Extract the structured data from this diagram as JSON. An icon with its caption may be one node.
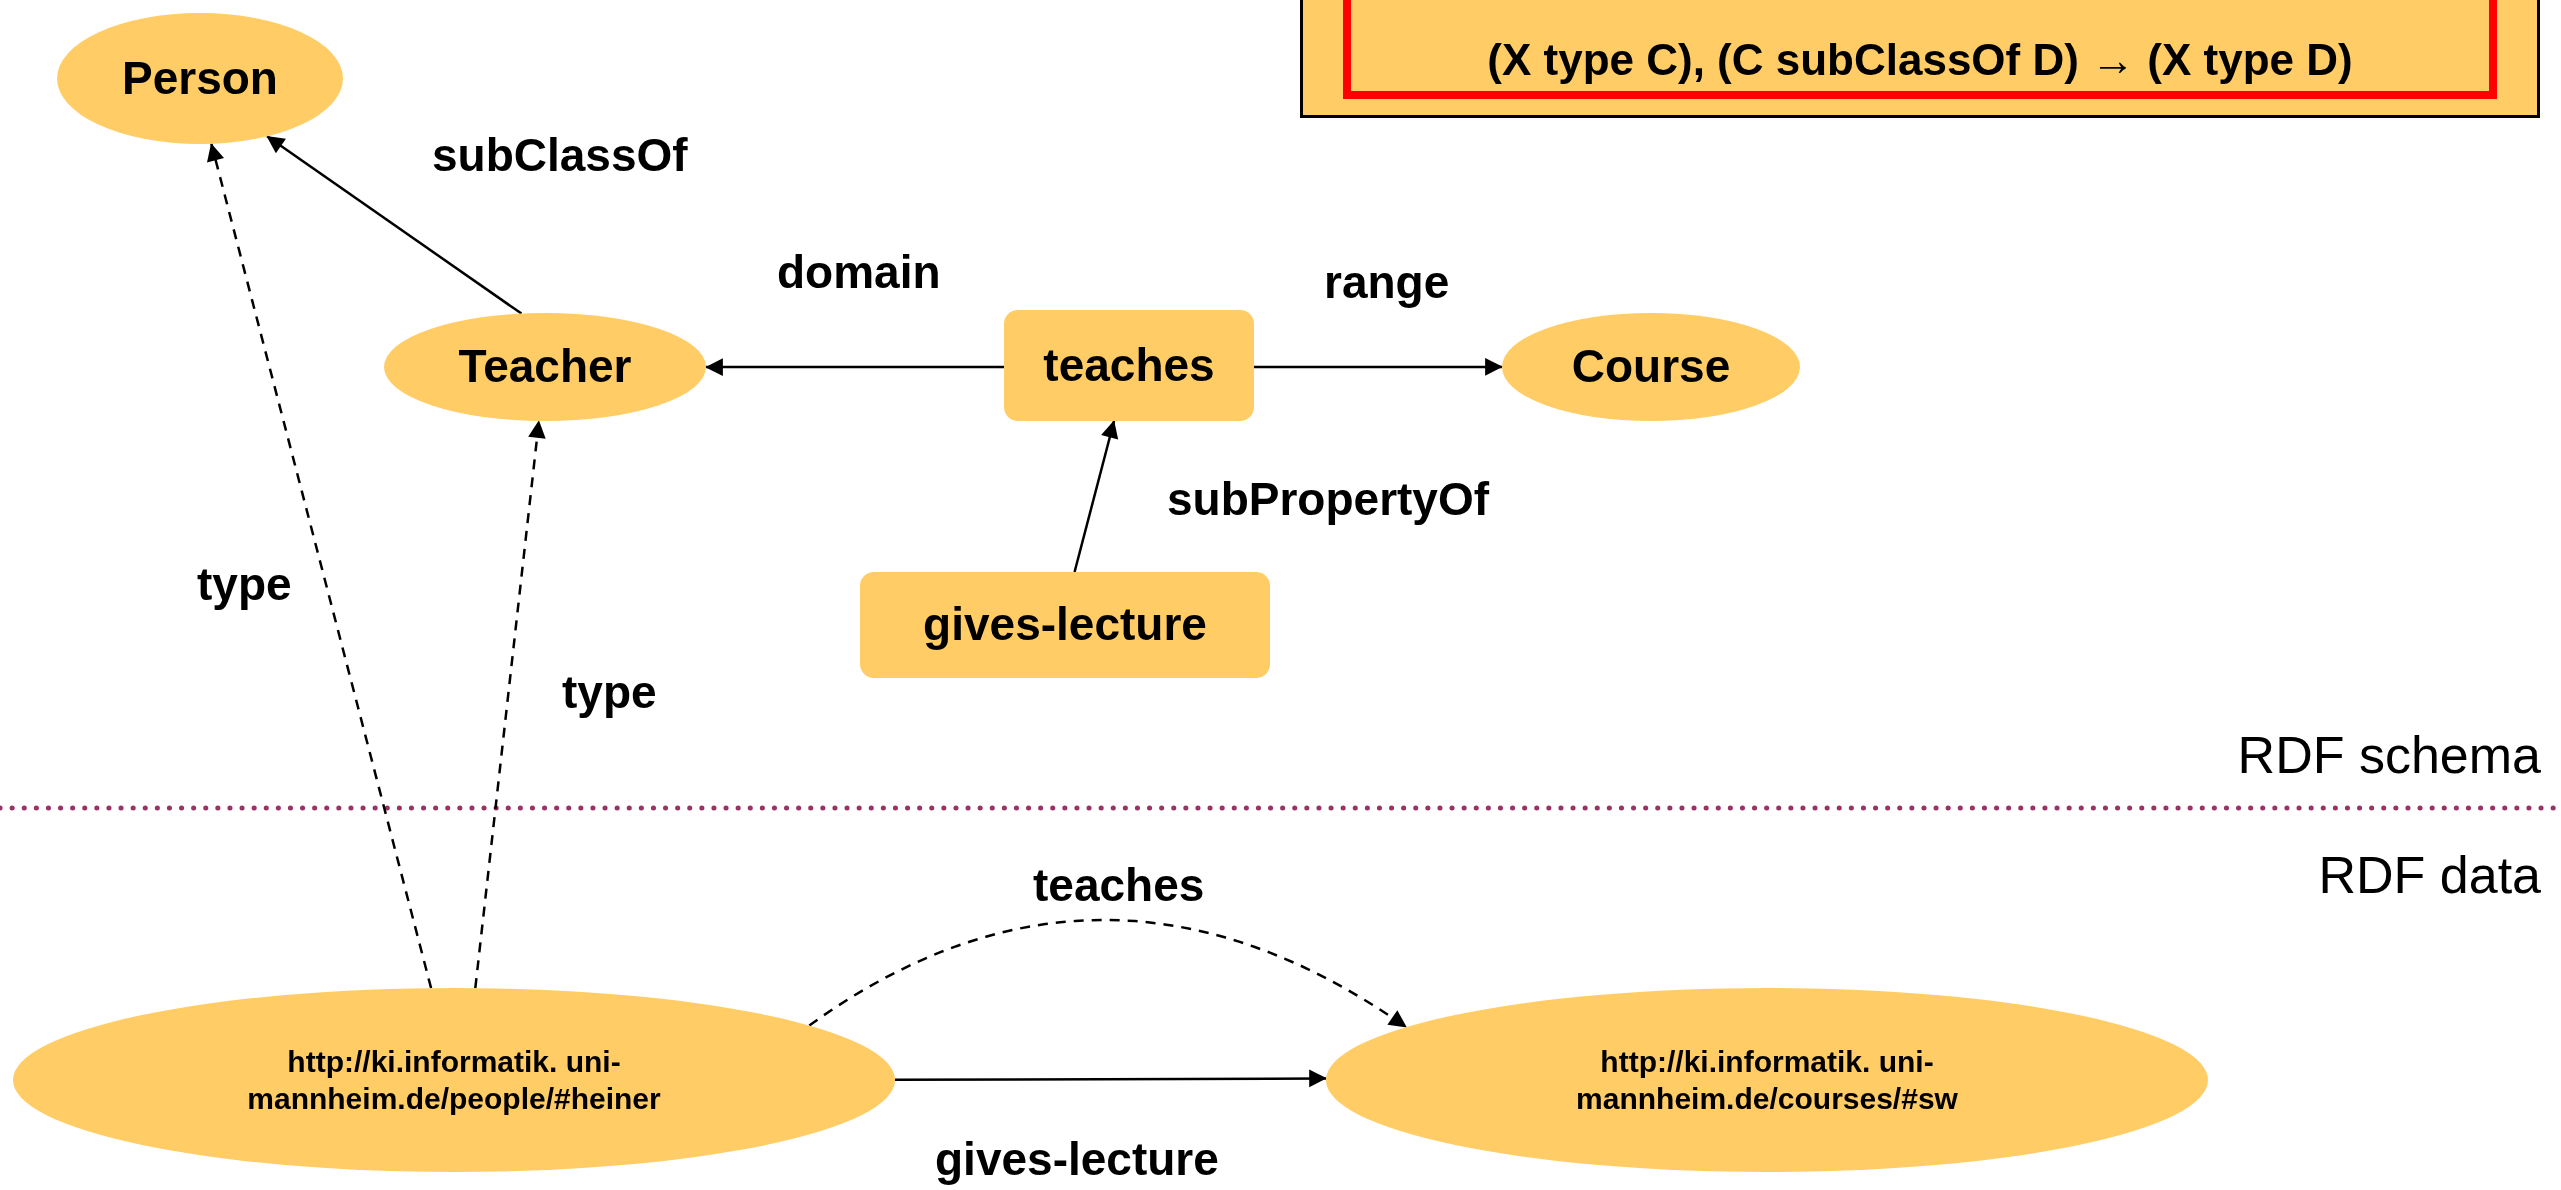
{
  "diagram": {
    "nodes": [
      {
        "text": [
          "Person"
        ]
      },
      {
        "text": [
          "(X type C), (C subClassOf D) → (X type D)"
        ]
      },
      {
        "text": [
          "Teacher"
        ]
      },
      {
        "text": [
          "teaches"
        ]
      },
      {
        "text": [
          "Course"
        ]
      },
      {
        "text": [
          "gives-lecture"
        ]
      },
      {
        "text": [
          "http://ki.informatik. uni-mannheim.de/people/#heiner"
        ]
      },
      {
        "text": [
          "http://ki.informatik. uni-mannheim.de/courses/#sw"
        ]
      }
    ],
    "edges": [
      {
        "from": 2,
        "to": 0,
        "arrow": "to",
        "label": "subClassOf"
      },
      {
        "from": 3,
        "to": 2,
        "arrow": "to",
        "label": "domain"
      },
      {
        "from": 3,
        "to": 4,
        "arrow": "to",
        "label": "range"
      },
      {
        "from": 5,
        "to": 3,
        "arrow": "to",
        "label": "subPropertyOf"
      },
      {
        "from": 6,
        "to": 0,
        "arrow": "to",
        "label": "type",
        "style": "dashed"
      },
      {
        "from": 6,
        "to": 2,
        "arrow": "to",
        "label": "type",
        "style": "dashed"
      },
      {
        "from": 6,
        "to": 7,
        "arrow": "to",
        "label": "teaches",
        "style": "dashed"
      },
      {
        "from": 6,
        "to": 7,
        "arrow": "to",
        "label": "gives-lecture"
      }
    ],
    "labels": [
      "RDF schema",
      "RDF data"
    ]
  }
}
